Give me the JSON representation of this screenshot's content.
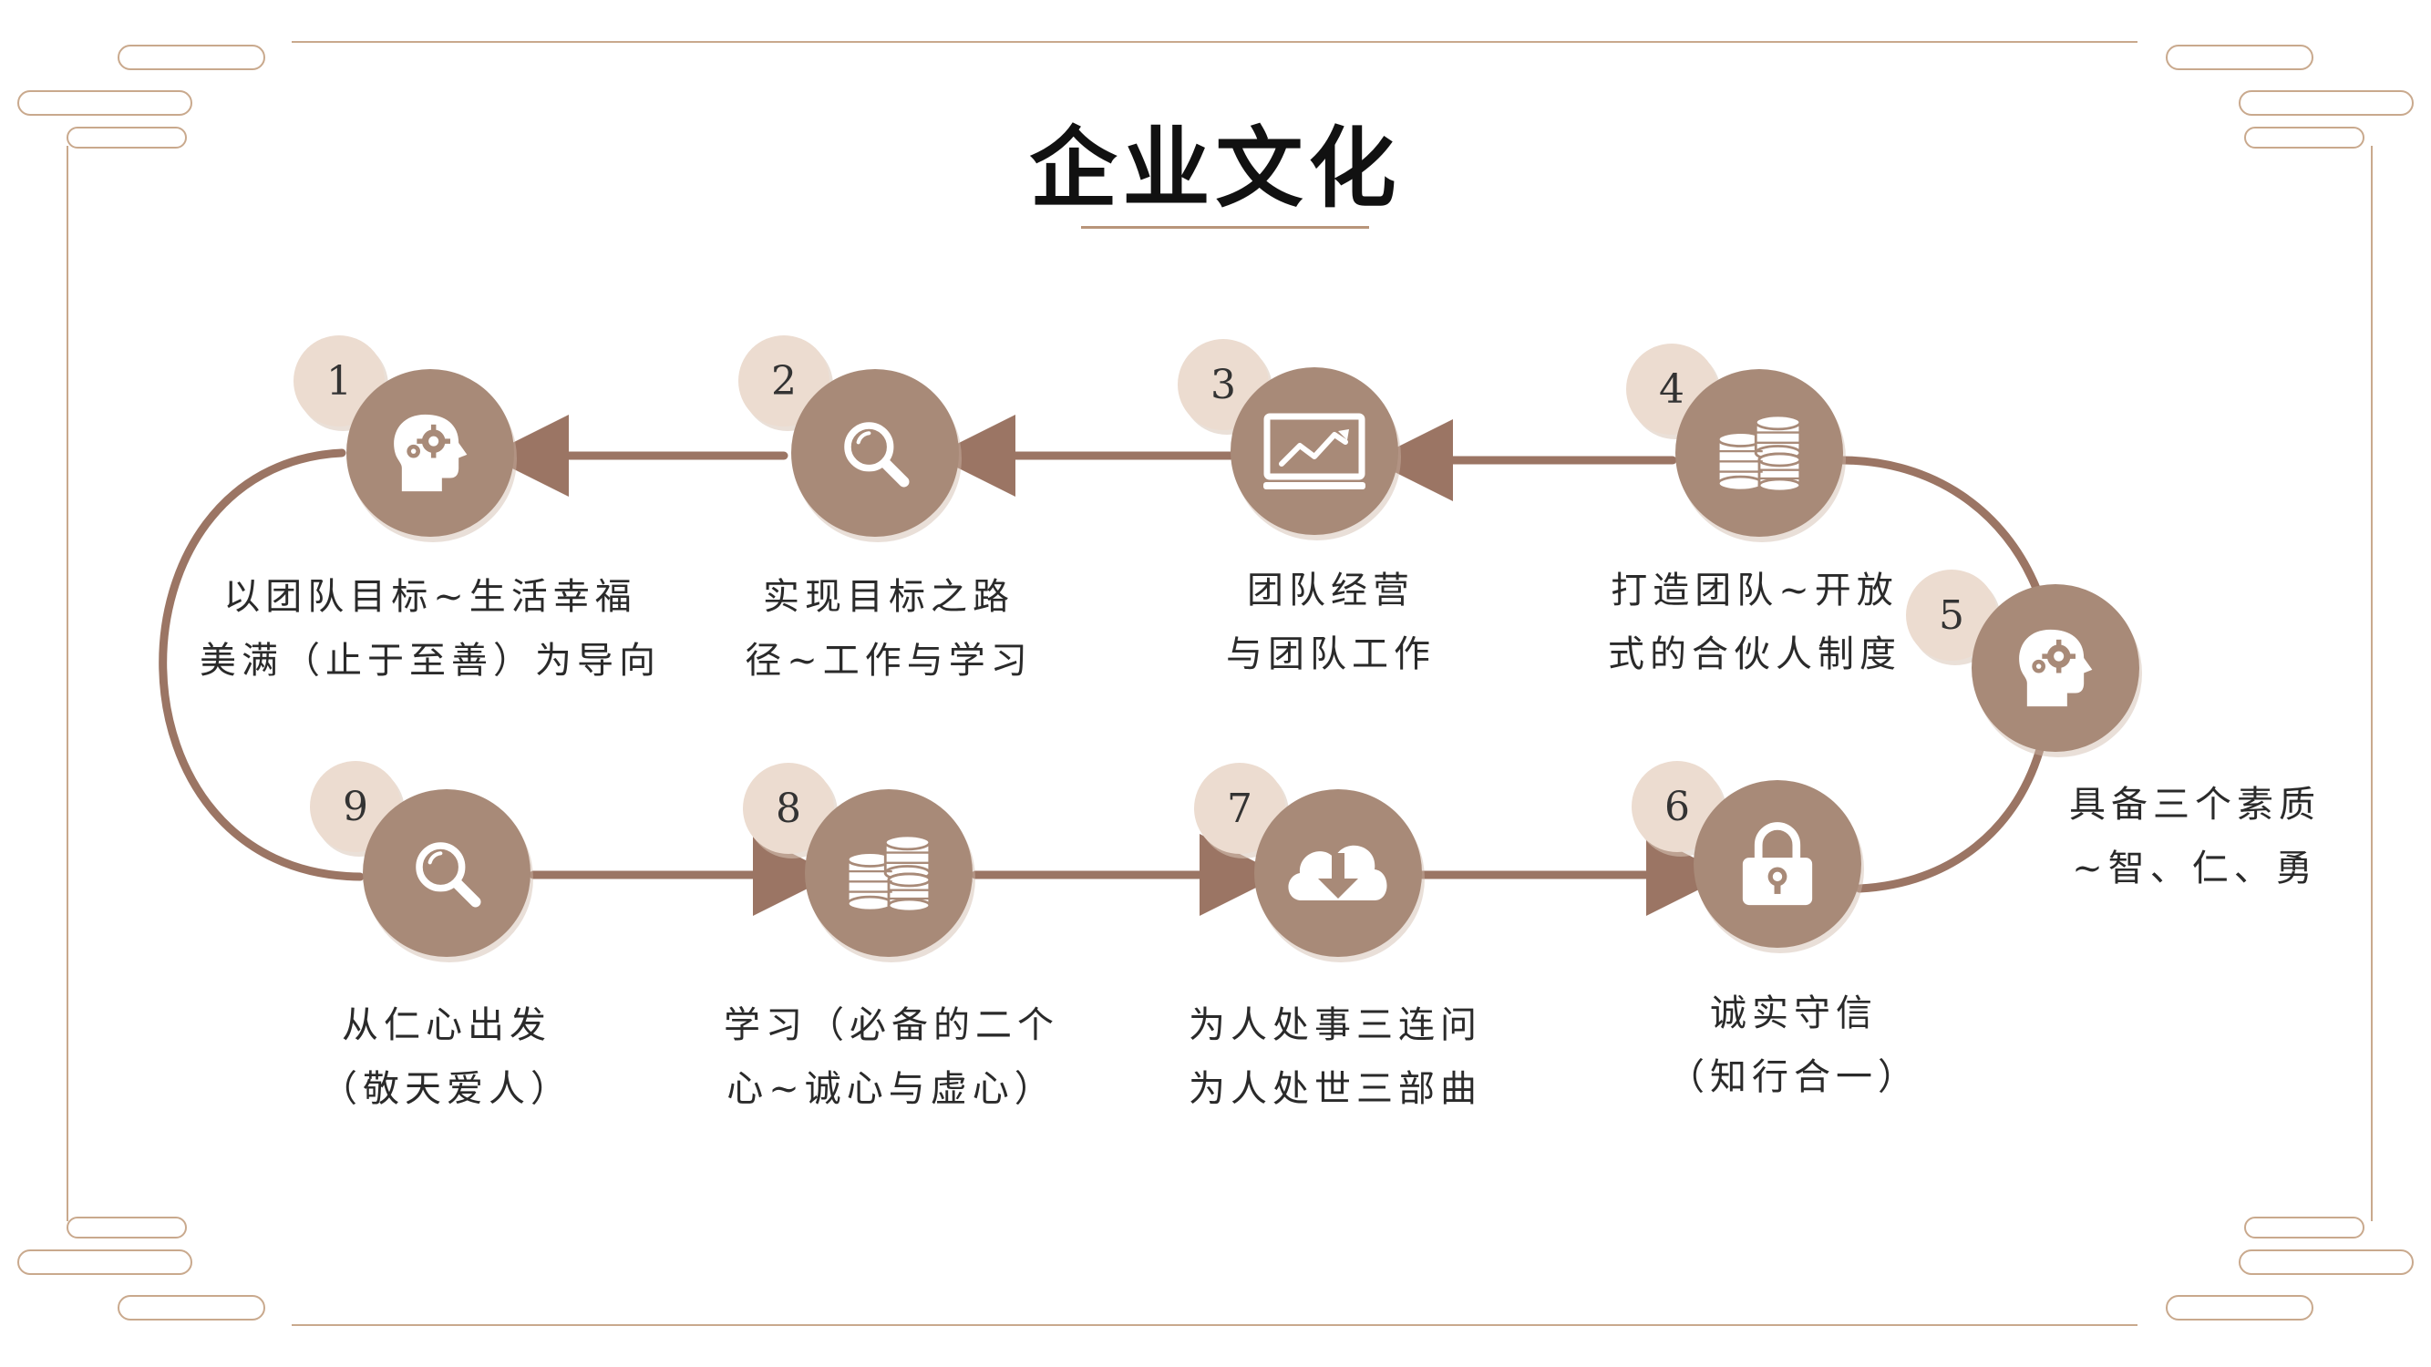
{
  "title": "企业文化",
  "colors": {
    "accent": "#a88a78",
    "track": "#9b7564",
    "badge": "#ecdcd0",
    "frame": "#c9a98d",
    "icon": "#ffffff"
  },
  "steps": [
    {
      "number": "1",
      "icon": "head-gear-icon",
      "lines": [
        "以团队目标~生活幸福",
        "美满（止于至善）为导向"
      ]
    },
    {
      "number": "2",
      "icon": "magnifier-icon",
      "lines": [
        "实现目标之路",
        "径~工作与学习"
      ]
    },
    {
      "number": "3",
      "icon": "chart-monitor-icon",
      "lines": [
        "团队经营",
        "与团队工作"
      ]
    },
    {
      "number": "4",
      "icon": "coins-icon",
      "lines": [
        "打造团队~开放",
        "式的合伙人制度"
      ]
    },
    {
      "number": "5",
      "icon": "head-gear-icon",
      "lines": [
        "具备三个素质",
        "~智、仁、勇"
      ]
    },
    {
      "number": "6",
      "icon": "lock-icon",
      "lines": [
        "诚实守信",
        "（知行合一）"
      ]
    },
    {
      "number": "7",
      "icon": "cloud-download-icon",
      "lines": [
        "为人处事三连问",
        "为人处世三部曲"
      ]
    },
    {
      "number": "8",
      "icon": "coins-icon",
      "lines": [
        "学习（必备的二个",
        "心~诚心与虚心）"
      ]
    },
    {
      "number": "9",
      "icon": "magnifier-icon",
      "lines": [
        "从仁心出发",
        "（敬天爱人）"
      ]
    }
  ]
}
